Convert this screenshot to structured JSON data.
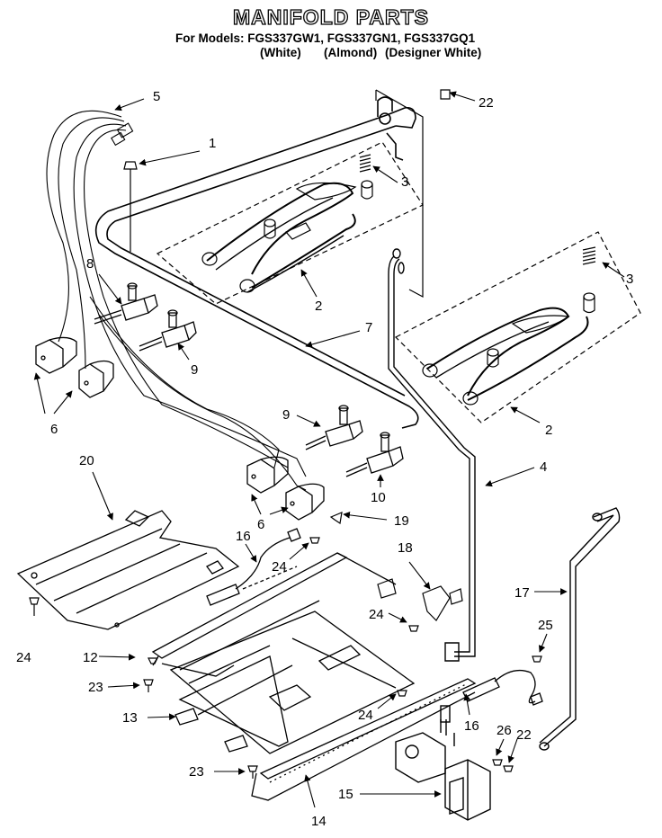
{
  "title": "MANIFOLD PARTS",
  "models_line": "For Models: FGS337GW1, FGS337GN1, FGS337GQ1",
  "finishes": [
    "(White)",
    "(Almond)",
    "(Designer White)"
  ],
  "callouts": [
    {
      "id": "c5",
      "text": "5"
    },
    {
      "id": "c22a",
      "text": "22"
    },
    {
      "id": "c1",
      "text": "1"
    },
    {
      "id": "c3a",
      "text": "3"
    },
    {
      "id": "c3b",
      "text": "3"
    },
    {
      "id": "c8",
      "text": "8"
    },
    {
      "id": "c2a",
      "text": "2"
    },
    {
      "id": "c7",
      "text": "7"
    },
    {
      "id": "c9a",
      "text": "9"
    },
    {
      "id": "c6a",
      "text": "6"
    },
    {
      "id": "c9b",
      "text": "9"
    },
    {
      "id": "c2b",
      "text": "2"
    },
    {
      "id": "c4",
      "text": "4"
    },
    {
      "id": "c20",
      "text": "20"
    },
    {
      "id": "c10",
      "text": "10"
    },
    {
      "id": "c6b",
      "text": "6"
    },
    {
      "id": "c19",
      "text": "19"
    },
    {
      "id": "c16a",
      "text": "16"
    },
    {
      "id": "c24a",
      "text": "24"
    },
    {
      "id": "c18",
      "text": "18"
    },
    {
      "id": "c17",
      "text": "17"
    },
    {
      "id": "c24b",
      "text": "24"
    },
    {
      "id": "c25",
      "text": "25"
    },
    {
      "id": "c24c",
      "text": "24"
    },
    {
      "id": "c12",
      "text": "12"
    },
    {
      "id": "c23a",
      "text": "23"
    },
    {
      "id": "c24d",
      "text": "24"
    },
    {
      "id": "c16b",
      "text": "16"
    },
    {
      "id": "c13",
      "text": "13"
    },
    {
      "id": "c26",
      "text": "26"
    },
    {
      "id": "c22b",
      "text": "22"
    },
    {
      "id": "c23b",
      "text": "23"
    },
    {
      "id": "c15",
      "text": "15"
    },
    {
      "id": "c14",
      "text": "14"
    }
  ]
}
